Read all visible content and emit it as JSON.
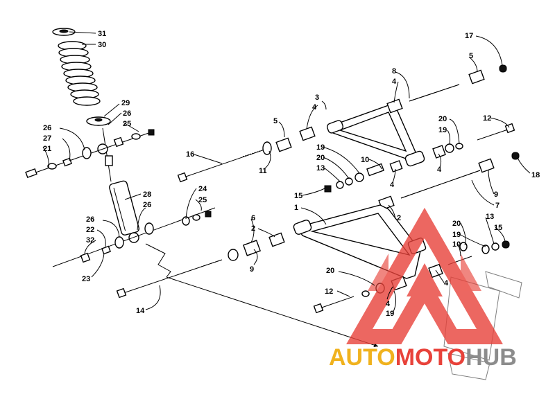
{
  "labels": {
    "l31": "31",
    "l30": "30",
    "l29": "29",
    "l26a": "26",
    "l25a": "25",
    "l26b": "26",
    "l27": "27",
    "l21": "21",
    "l28": "28",
    "l26c": "26",
    "l24": "24",
    "l25b": "25",
    "l26d": "26",
    "l22": "22",
    "l32": "32",
    "l23": "23",
    "l14": "14",
    "l16": "16",
    "l11": "11",
    "l5a": "5",
    "l4a": "4",
    "l3": "3",
    "l8": "8",
    "l4b": "4",
    "l17": "17",
    "l5b": "5",
    "l20a": "20",
    "l19a": "19",
    "l12a": "12",
    "l18": "18",
    "l4c": "4",
    "l19b": "19",
    "l20b": "20",
    "l13a": "13",
    "l10a": "10",
    "l4d": "4",
    "l9a": "9",
    "l7": "7",
    "l15a": "15",
    "l1": "1",
    "l2a": "2",
    "l6": "6",
    "l2b": "2",
    "l9b": "9",
    "l20c": "20",
    "l13b": "13",
    "l15b": "15",
    "l19c": "19",
    "l10b": "10",
    "l20d": "20",
    "l4e": "4",
    "l12b": "12",
    "l4f": "4",
    "l19d": "19"
  },
  "watermark": {
    "part1": "AUTO",
    "part2": "MOTO",
    "part3": "HUB",
    "color_red": "#e8423a",
    "color_orange": "#f0b21e",
    "color_gray": "#8c8c8c"
  }
}
